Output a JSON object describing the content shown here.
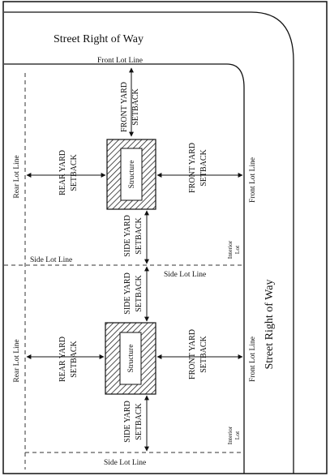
{
  "street_top": "Street Right of Way",
  "street_right": "Street Right of Way",
  "front_lot_line_top": "Front Lot Line",
  "lots": [
    {
      "rear_lot_line": "Rear Lot Line",
      "rear_setback": [
        "REAR YARD",
        "SETBACK"
      ],
      "structure": "Structure",
      "front_setback_top": [
        "FRONT YARD",
        "SETBACK"
      ],
      "front_setback_right": [
        "FRONT YARD",
        "SETBACK"
      ],
      "side_setback": [
        "SIDE YARD",
        "SETBACK"
      ],
      "front_lot_line": "Front Lot Line",
      "interior_lot": [
        "Interior",
        "Lot"
      ]
    },
    {
      "rear_lot_line": "Rear Lot Line",
      "rear_setback": [
        "REAR YARD",
        "SETBACK"
      ],
      "structure": "Structure",
      "side_setback_top": [
        "SIDE YARD",
        "SETBACK"
      ],
      "front_setback_right": [
        "FRONT YARD",
        "SETBACK"
      ],
      "side_setback": [
        "SIDE YARD",
        "SETBACK"
      ],
      "front_lot_line": "Front Lot Line",
      "interior_lot": [
        "Interior",
        "Lot"
      ]
    }
  ],
  "side_lot_line_left": "Side Lot Line",
  "side_lot_line_mid": "Side Lot Line",
  "side_lot_line_bottom": "Side Lot Line"
}
